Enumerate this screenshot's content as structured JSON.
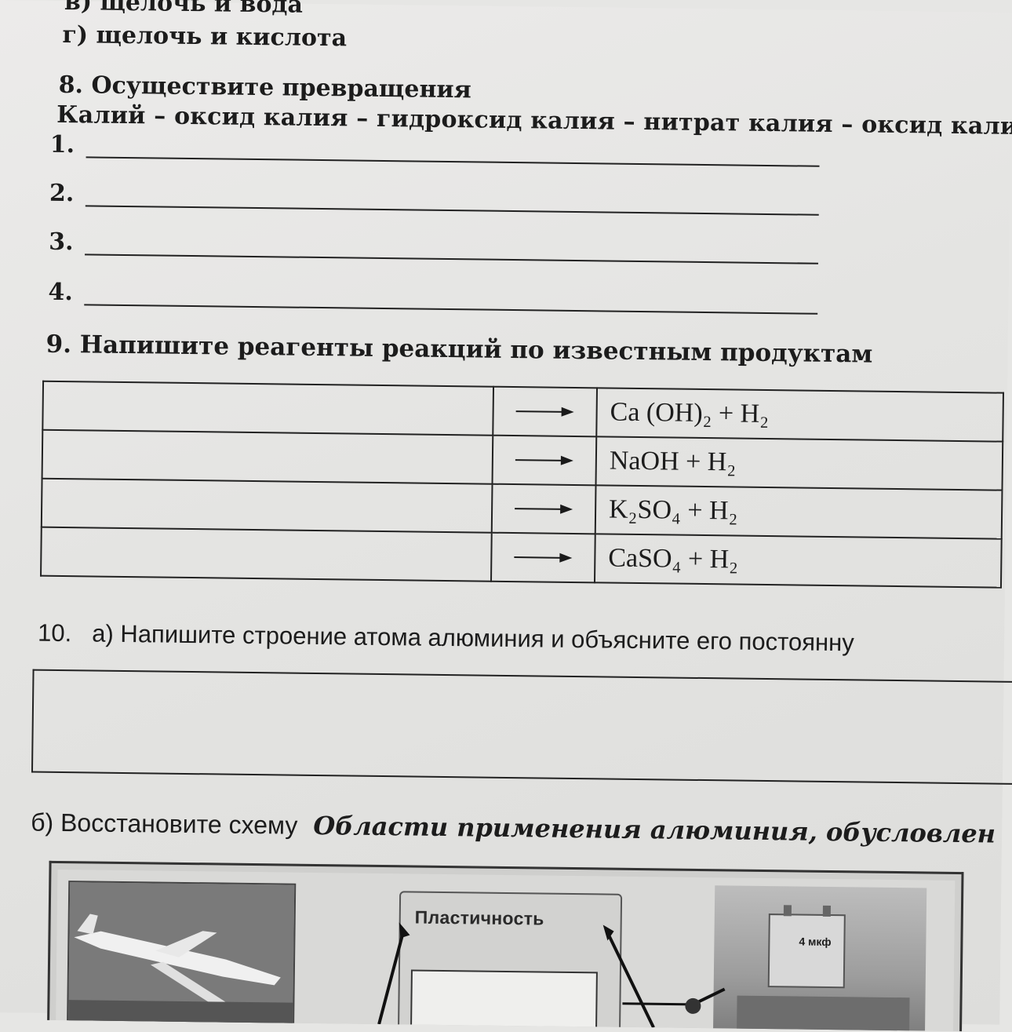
{
  "prev_question": {
    "cut_option": "в) щелочь и вода",
    "option_g": "г) щелочь и кислота"
  },
  "q8": {
    "title": "8. Осуществите превращения",
    "chain": "Калий  – оксид калия – гидроксид калия – нитрат калия – оксид калия",
    "lines": [
      "1.",
      "2.",
      "3.",
      "4."
    ]
  },
  "q9": {
    "title": "9. Напишите реагенты реакций по известным продуктам",
    "rows": [
      {
        "products": "Ca (OH)₂ + H₂"
      },
      {
        "products": "NaOH + H₂"
      },
      {
        "products": "K₂SO₄ + H₂"
      },
      {
        "products": "CaSO₄ + H₂"
      }
    ]
  },
  "q10": {
    "number": "10.",
    "a_text": "а) Напишите строение атома алюминия и объясните его постоянну",
    "b_prefix": "б) Восстановите схему",
    "b_italic": "Области применения алюминия, обусловлен",
    "scheme": {
      "box_label": "Пластичность",
      "cap_label": "4 мкф"
    }
  }
}
